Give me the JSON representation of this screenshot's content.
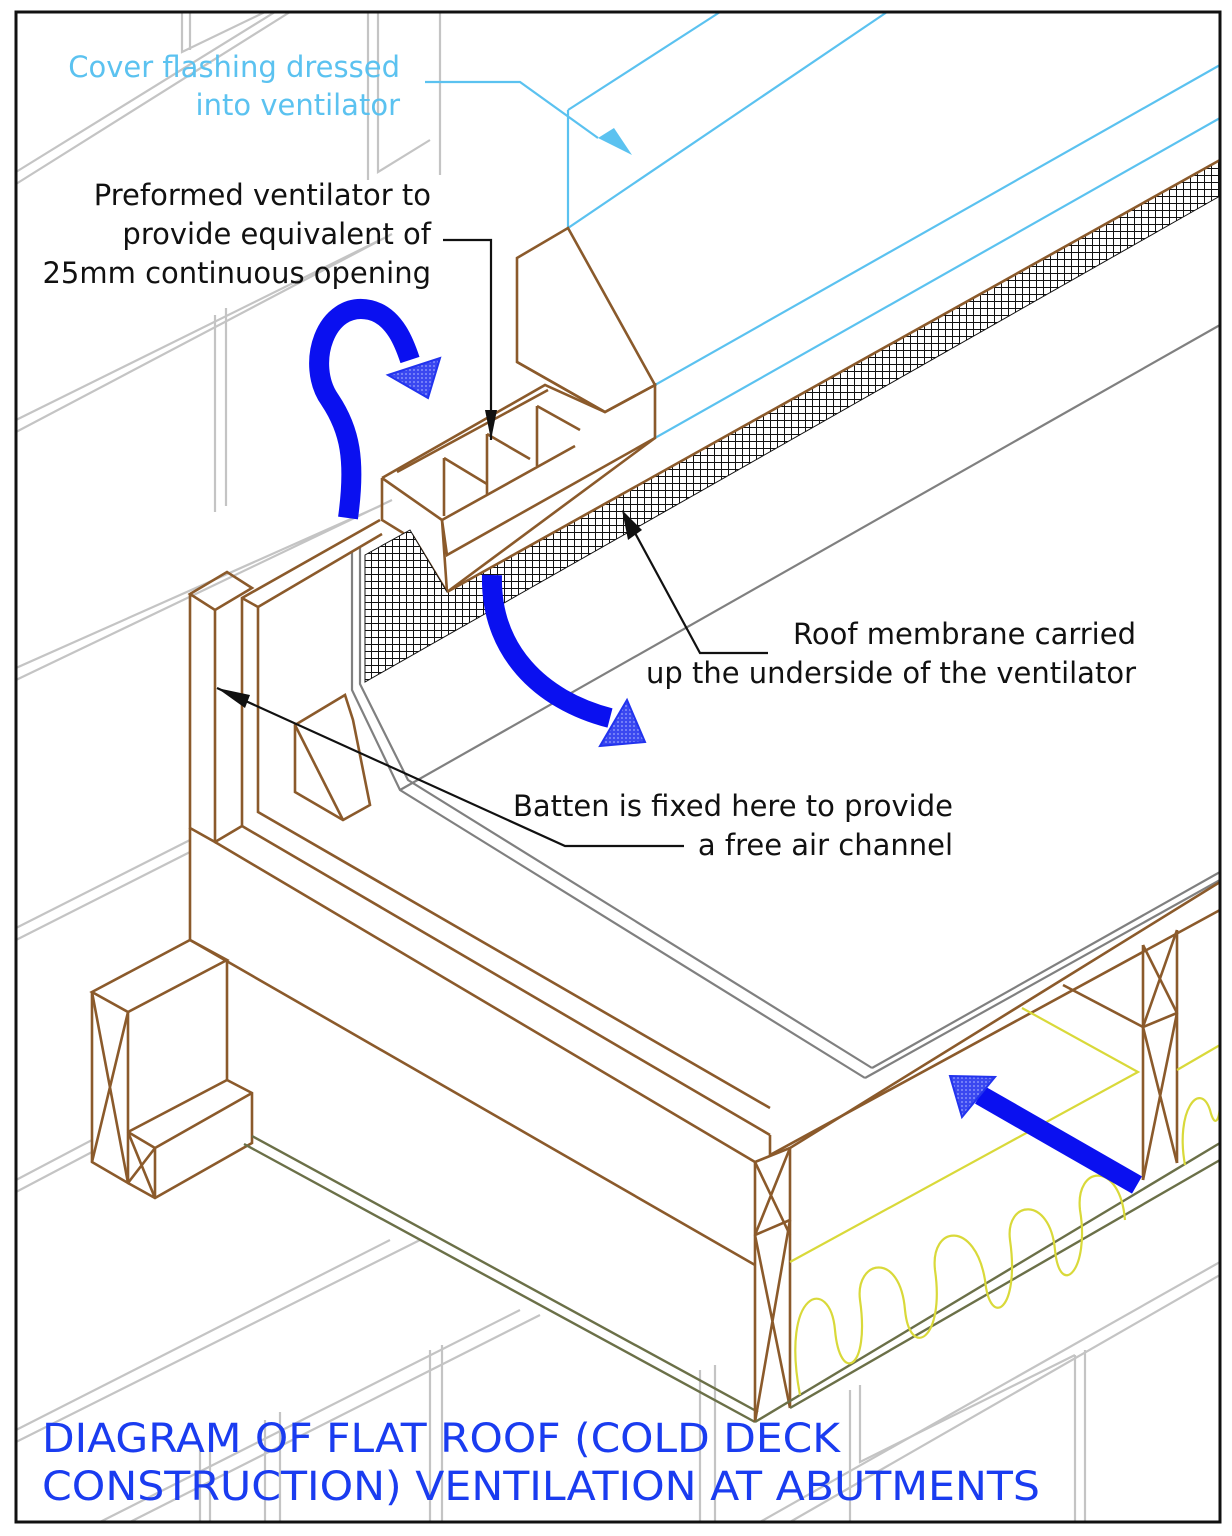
{
  "diagram": {
    "title_lines": [
      "DIAGRAM OF FLAT ROOF (COLD DECK",
      "CONSTRUCTION) VENTILATION AT ABUTMENTS"
    ],
    "labels": {
      "cover_flashing": [
        "Cover flashing dressed",
        "into ventilator"
      ],
      "preformed_ventilator": [
        "Preformed ventilator to",
        "provide equivalent of",
        "25mm continuous opening"
      ],
      "roof_membrane": [
        "Roof membrane carried",
        "up the underside of  the ventilator"
      ],
      "batten": [
        "Batten is  fixed here to provide",
        "a free air channel"
      ]
    },
    "colors": {
      "title": "#1a3cf0",
      "label_text": "#111111",
      "cover_flashing_label": "#5bc2f0",
      "timber": "#8b5a2b",
      "flashing": "#5bc2f0",
      "brickwork": "#c4c4c4",
      "membrane": "#808080",
      "insulation": "#d9d93a",
      "ceiling": "#6b7048",
      "airflow_arrow": "#0a10f0"
    },
    "icons": {
      "airflow_arrows": [
        "airflow-in-ventilator-arrow",
        "airflow-out-under-deck-arrow",
        "airflow-through-joists-arrow"
      ]
    }
  }
}
